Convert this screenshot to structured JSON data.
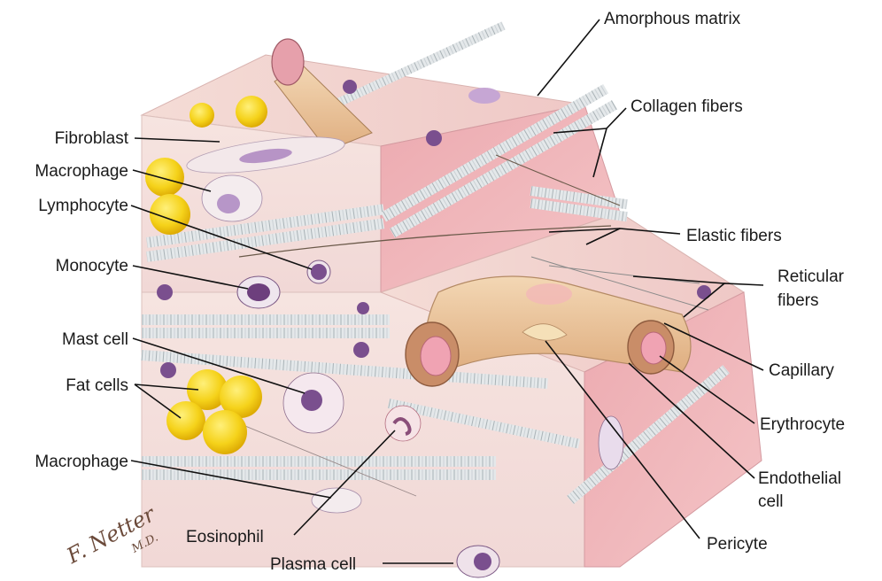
{
  "labels": {
    "amorphous_matrix": "Amorphous matrix",
    "collagen_fibers": "Collagen fibers",
    "fibroblast": "Fibroblast",
    "macrophage_top": "Macrophage",
    "lymphocyte": "Lymphocyte",
    "elastic_fibers": "Elastic fibers",
    "monocyte": "Monocyte",
    "reticular_fibers_line1": "Reticular",
    "reticular_fibers_line2": "fibers",
    "mast_cell": "Mast cell",
    "capillary": "Capillary",
    "fat_cells": "Fat cells",
    "erythrocyte": "Erythrocyte",
    "macrophage_bottom": "Macrophage",
    "endothelial_cell_line1": "Endothelial",
    "endothelial_cell_line2": "cell",
    "eosinophil": "Eosinophil",
    "pericyte": "Pericyte",
    "plasma_cell": "Plasma cell"
  },
  "signature": {
    "text": "F. Netter M.D."
  },
  "colors": {
    "tissue_pink": "#f2c6c8",
    "tissue_light": "#f7e6e2",
    "fat_yellow": "#f5d21a",
    "collagen": "#dfe4e6",
    "capillary_tan": "#e9c49a",
    "nucleus_purple": "#7a4f8e"
  }
}
